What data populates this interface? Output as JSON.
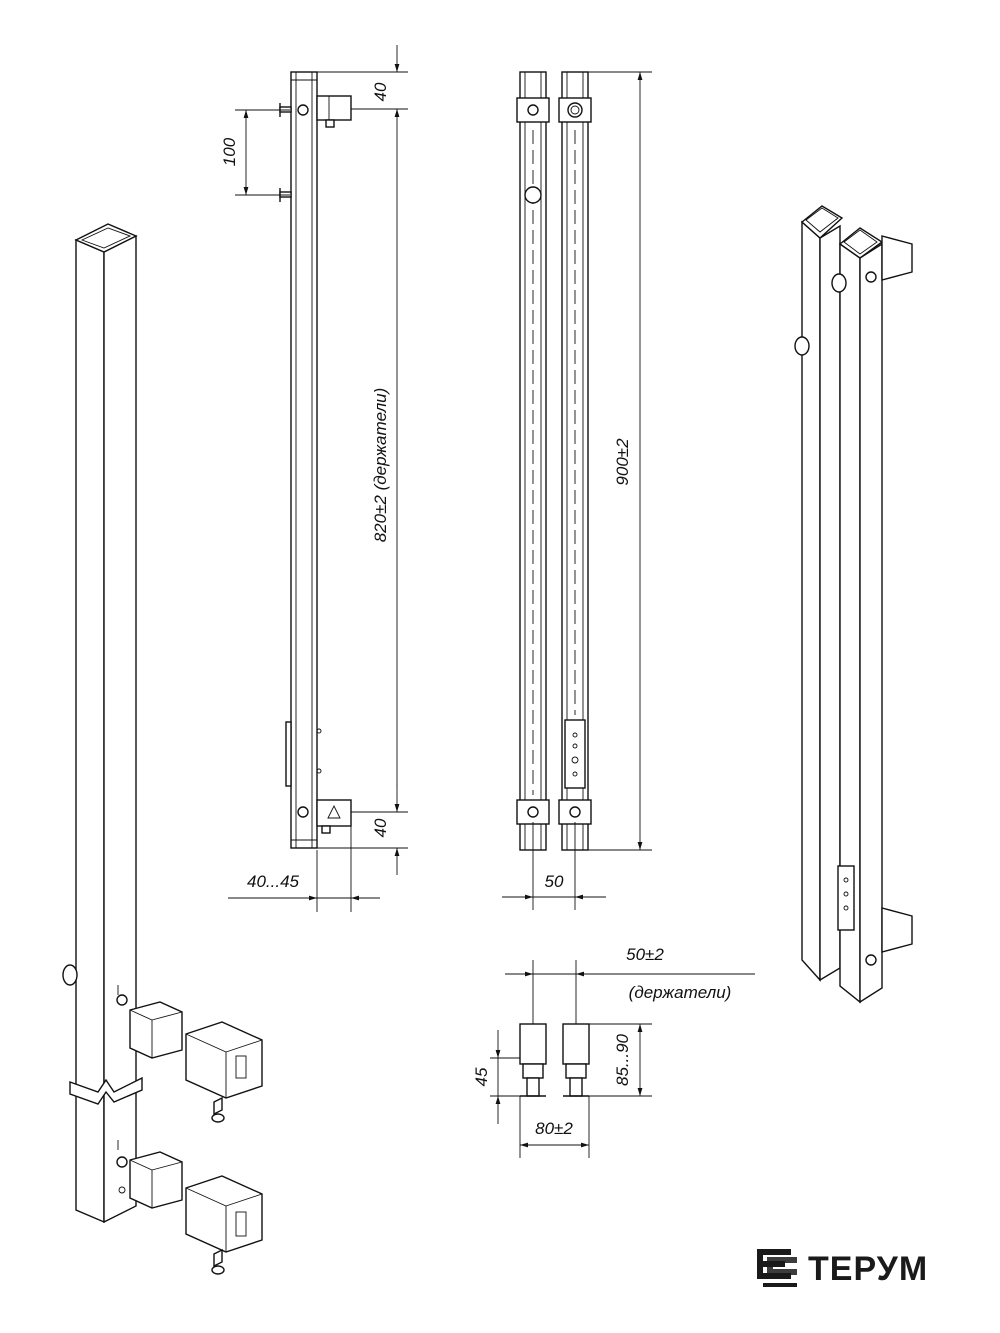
{
  "dimensions": {
    "top_offset": "40",
    "bottom_offset": "40",
    "pin_spacing": "100",
    "holder_span": "820±2 (держатели)",
    "total_height": "900±2",
    "side_depth": "40...45",
    "front_gap": "50",
    "holder_width": "50±2",
    "holder_note": "(держатели)",
    "wall_depth_small": "45",
    "wall_depth_range": "85...90",
    "base_width": "80±2"
  },
  "brand": {
    "name": "ТЕРУМ",
    "color": "#1a1a1a"
  }
}
